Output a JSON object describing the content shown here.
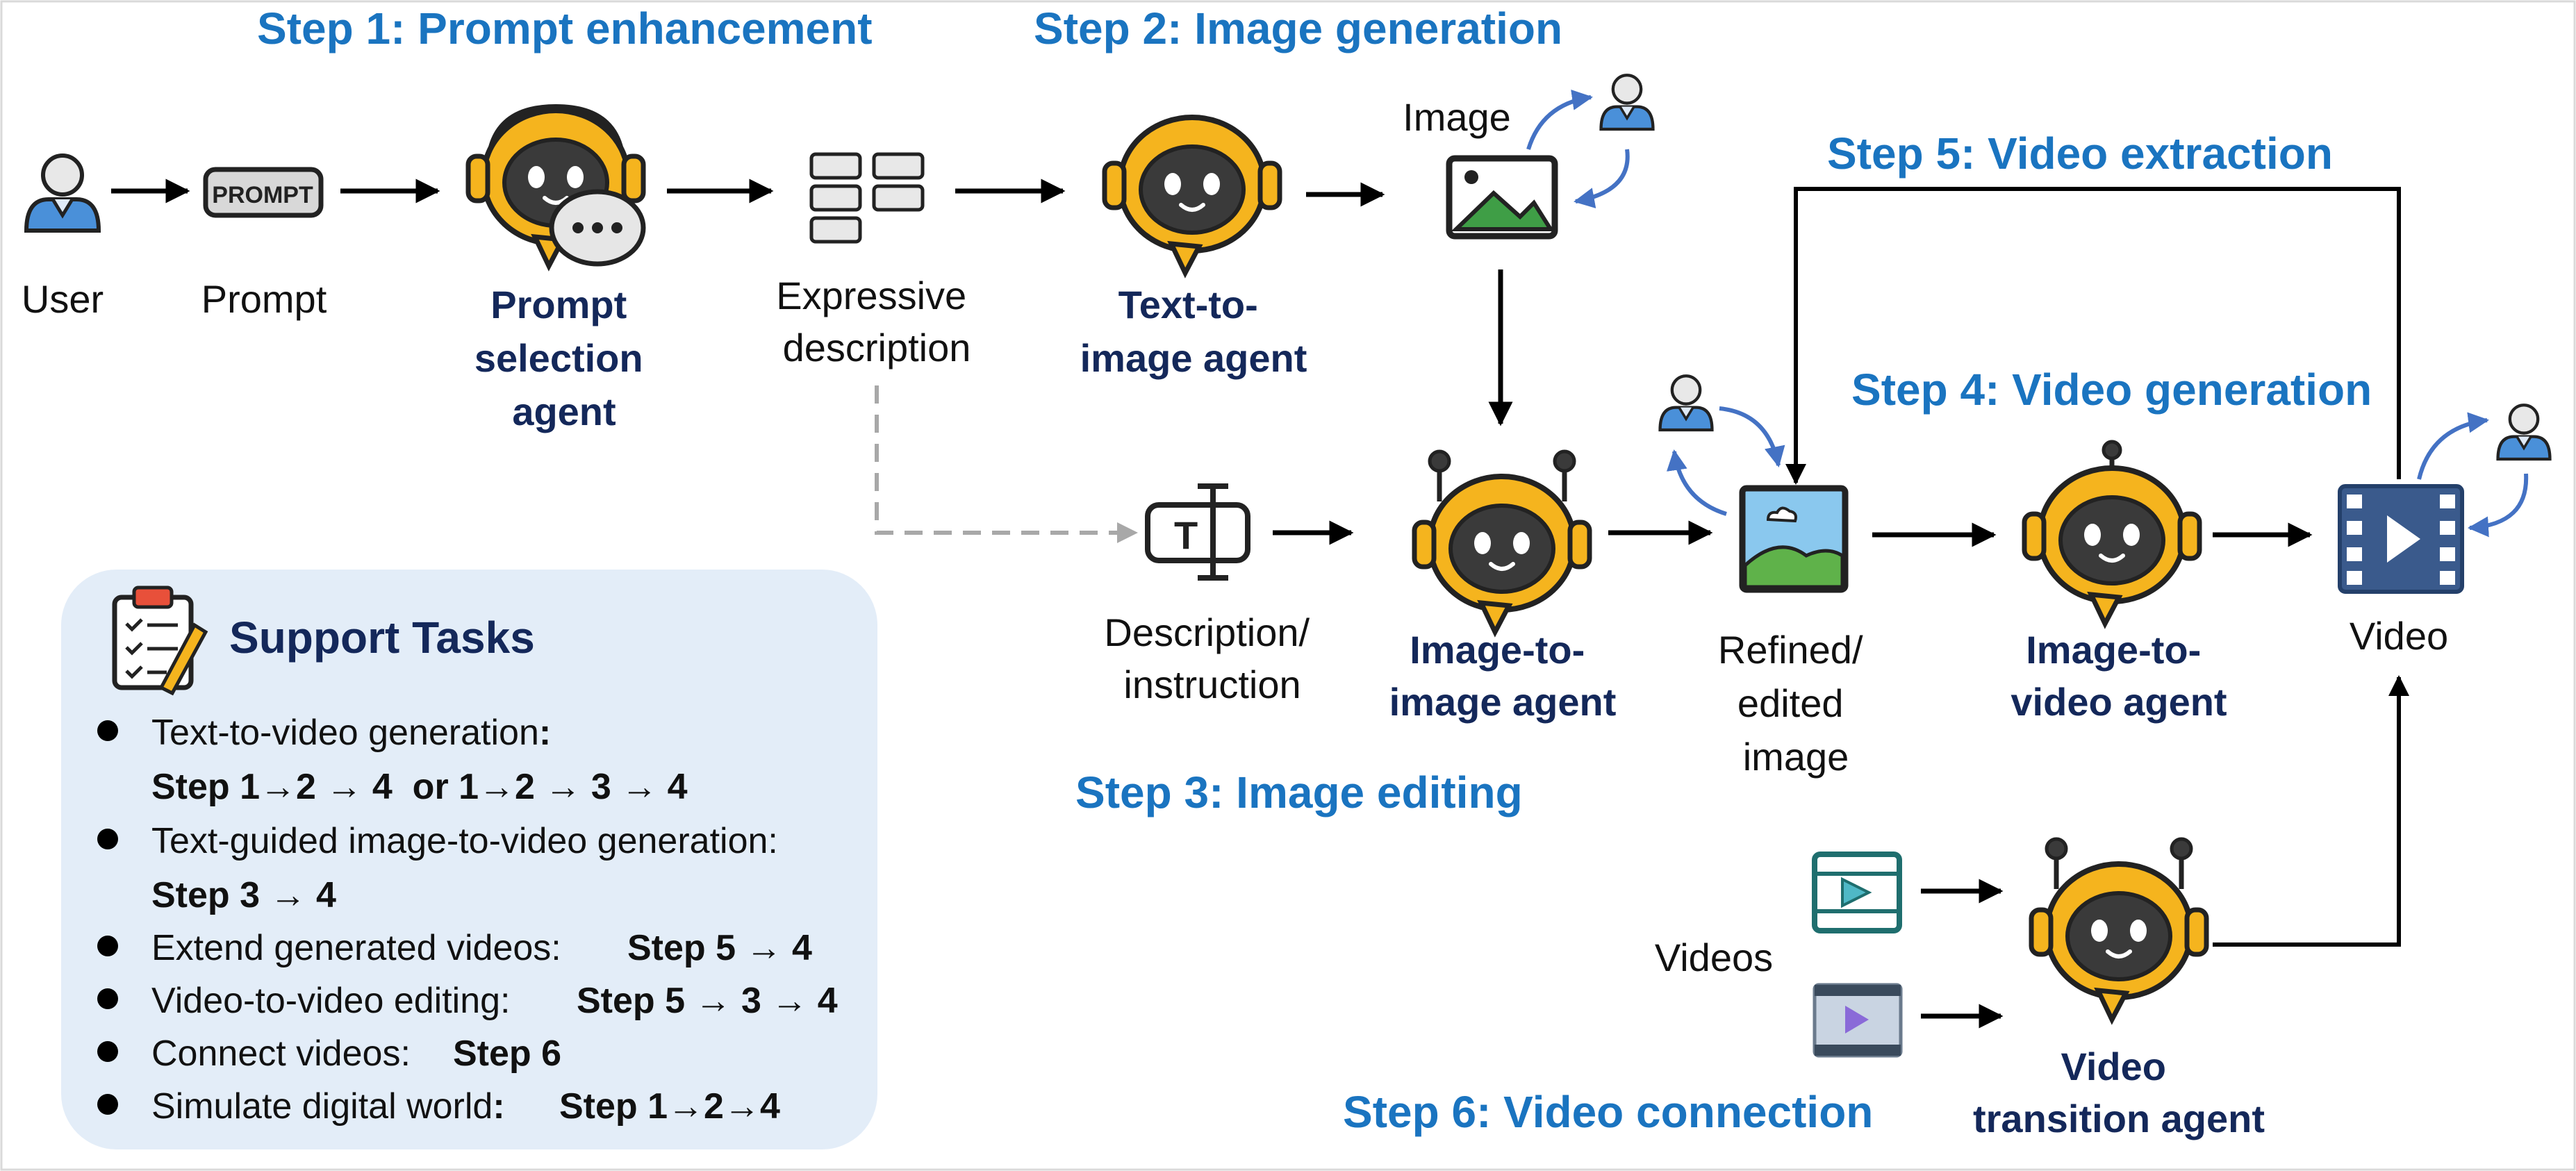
{
  "steps": {
    "s1": "Step 1: Prompt enhancement",
    "s2": "Step 2: Image generation",
    "s3": "Step 3: Image editing",
    "s4": "Step 4: Video generation",
    "s5": "Step 5: Video extraction",
    "s6": "Step 6: Video connection"
  },
  "nodes": {
    "user": "User",
    "prompt": "Prompt",
    "prompt_badge": "PROMPT",
    "prompt_agent": [
      "Prompt",
      "selection",
      "agent"
    ],
    "expressive": [
      "Expressive",
      "description"
    ],
    "t2i_agent": [
      "Text-to-",
      "image agent"
    ],
    "image": "Image",
    "desc_instr": [
      "Description/",
      "instruction"
    ],
    "i2i_agent": [
      "Image-to-",
      "image agent"
    ],
    "refined": [
      "Refined/",
      "edited",
      "image"
    ],
    "i2v_agent": [
      "Image-to-",
      "video agent"
    ],
    "video": "Video",
    "videos": "Videos",
    "transition_agent": [
      "Video",
      "transition agent"
    ],
    "text_tool_glyph": "T"
  },
  "support": {
    "title": "Support Tasks",
    "tasks": [
      {
        "text": "Text-to-video generation",
        "suffix": ":",
        "seq": "Step 1→2 → 4  or 1→2 → 3 → 4"
      },
      {
        "text": "Text-guided image-to-video generation:",
        "seq": "Step 3 → 4"
      },
      {
        "text": "Extend generated videos:",
        "seq": "Step 5 → 4"
      },
      {
        "text": "Video-to-video editing:",
        "seq": "Step 5 → 3 → 4"
      },
      {
        "text": "Connect videos:",
        "seq": "Step 6"
      },
      {
        "text": "Simulate digital world",
        "suffix": ":",
        "seq": "Step 1→2→4"
      }
    ]
  },
  "colors": {
    "step_blue": "#1a74c0",
    "agent_navy": "#14285a",
    "agent_yellow": "#f5b41e",
    "agent_face": "#3a3a3a",
    "support_bg": "#e3edf8",
    "user_blue": "#4a90d9",
    "dashed_gray": "#a8a8a8",
    "video_icon": "#3a5a8c",
    "video_teal": "#1f6e6e"
  },
  "icons": [
    "user-icon",
    "prompt-icon",
    "chat-bubble-icon",
    "text-list-icon",
    "image-icon",
    "text-tool-icon",
    "video-icon",
    "film-icon",
    "clipboard-icon",
    "robot-icon"
  ]
}
